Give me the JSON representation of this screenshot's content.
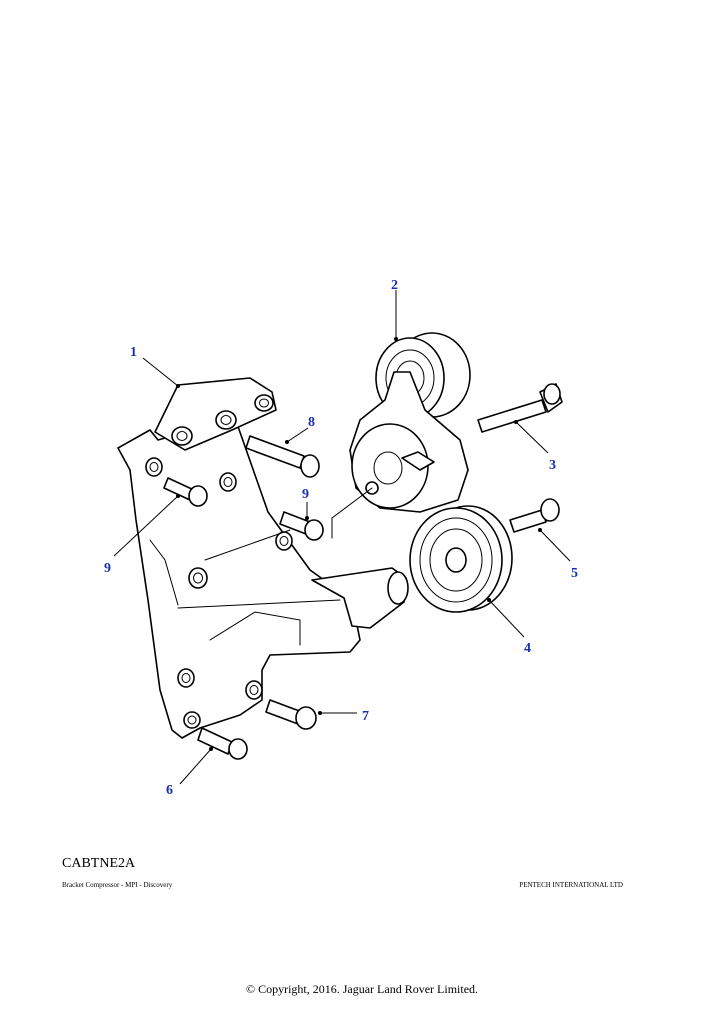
{
  "drawing": {
    "code": "CABTNE2A",
    "description": "Bracket Compressor - MPI - Discovery",
    "company": "PENTECH INTERNATIONAL LTD",
    "copyright": "© Copyright, 2016. Jaguar Land Rover Limited."
  },
  "colors": {
    "callout": "#1a2fb4",
    "line": "#000000",
    "background": "#ffffff"
  },
  "callouts": [
    {
      "id": "c1",
      "label": "1"
    },
    {
      "id": "c2",
      "label": "2"
    },
    {
      "id": "c3",
      "label": "3"
    },
    {
      "id": "c4",
      "label": "4"
    },
    {
      "id": "c5",
      "label": "5"
    },
    {
      "id": "c6",
      "label": "6"
    },
    {
      "id": "c7",
      "label": "7"
    },
    {
      "id": "c8",
      "label": "8"
    },
    {
      "id": "c9a",
      "label": "9"
    },
    {
      "id": "c9b",
      "label": "9"
    }
  ]
}
